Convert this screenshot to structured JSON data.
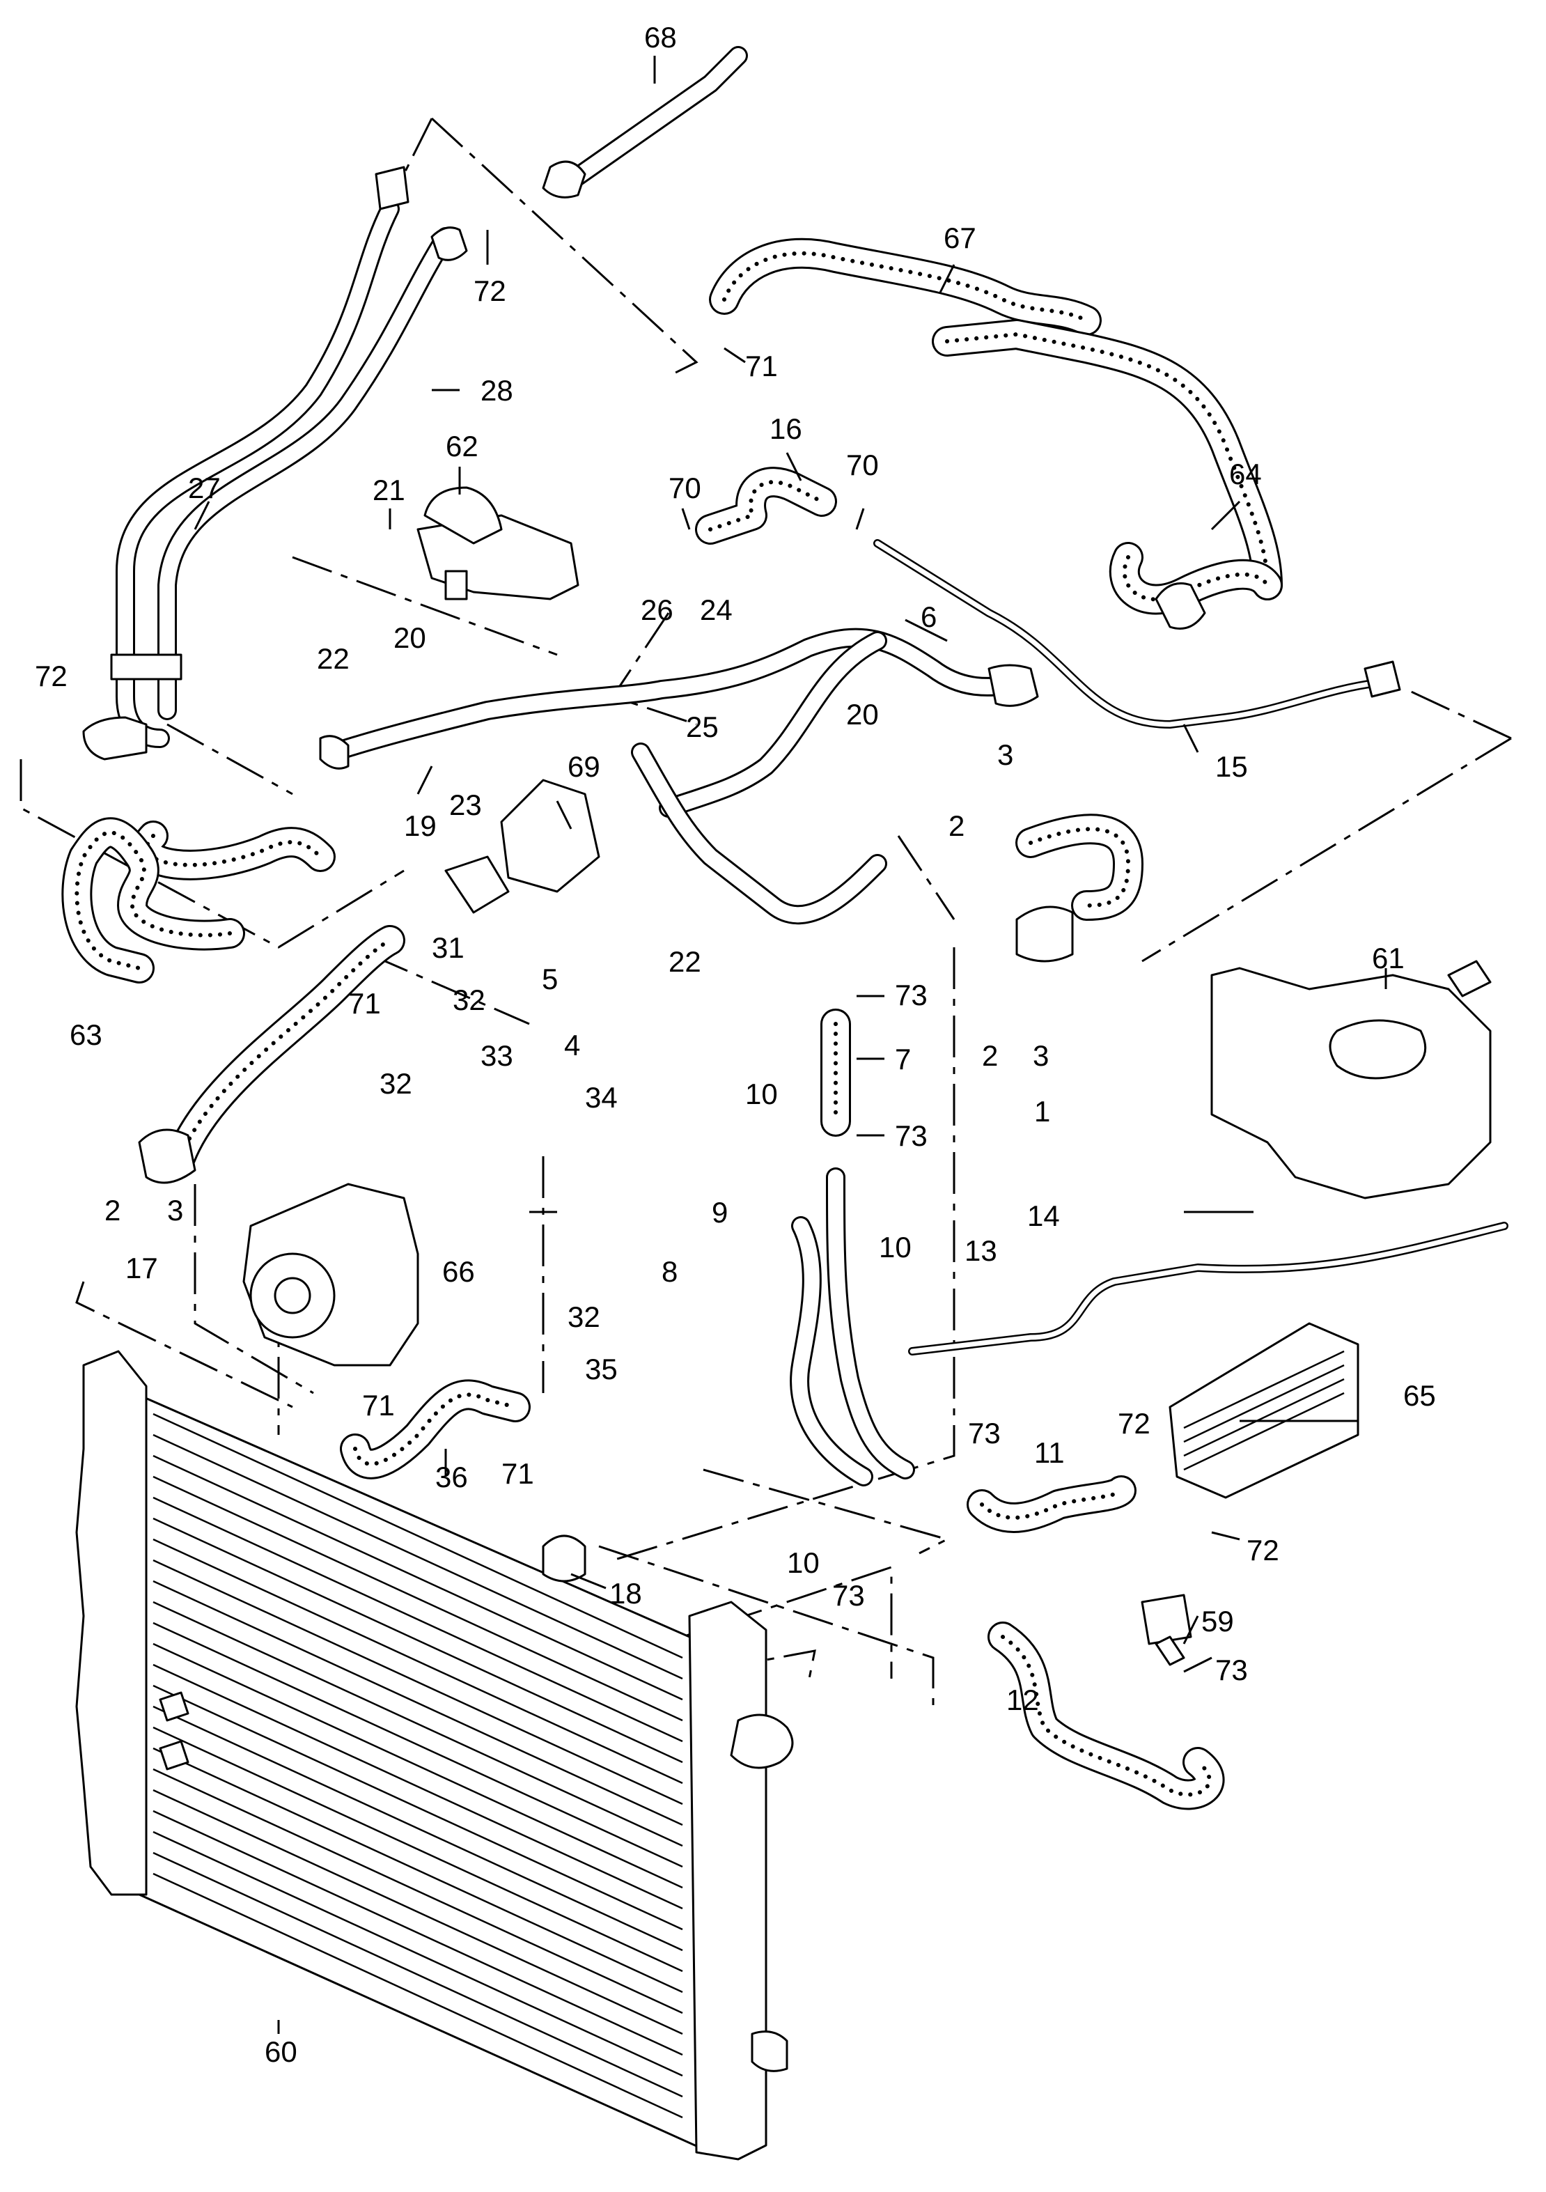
{
  "callouts": [
    {
      "id": "c68",
      "label": "68"
    },
    {
      "id": "c72a",
      "label": "72"
    },
    {
      "id": "c67",
      "label": "67"
    },
    {
      "id": "c71a",
      "label": "71"
    },
    {
      "id": "c28",
      "label": "28"
    },
    {
      "id": "c62",
      "label": "62"
    },
    {
      "id": "c27",
      "label": "27"
    },
    {
      "id": "c21",
      "label": "21"
    },
    {
      "id": "c16",
      "label": "16"
    },
    {
      "id": "c70a",
      "label": "70"
    },
    {
      "id": "c70b",
      "label": "70"
    },
    {
      "id": "c64",
      "label": "64"
    },
    {
      "id": "c26",
      "label": "26"
    },
    {
      "id": "c24",
      "label": "24"
    },
    {
      "id": "c6",
      "label": "6"
    },
    {
      "id": "c22a",
      "label": "22"
    },
    {
      "id": "c20a",
      "label": "20"
    },
    {
      "id": "c25",
      "label": "25"
    },
    {
      "id": "c72b",
      "label": "72"
    },
    {
      "id": "c15",
      "label": "15"
    },
    {
      "id": "c19",
      "label": "19"
    },
    {
      "id": "c23",
      "label": "23"
    },
    {
      "id": "c69",
      "label": "69"
    },
    {
      "id": "c20b",
      "label": "20"
    },
    {
      "id": "c3a",
      "label": "3"
    },
    {
      "id": "c2a",
      "label": "2"
    },
    {
      "id": "c63",
      "label": "63"
    },
    {
      "id": "c31",
      "label": "31"
    },
    {
      "id": "c32a",
      "label": "32"
    },
    {
      "id": "c5",
      "label": "5"
    },
    {
      "id": "c4",
      "label": "4"
    },
    {
      "id": "c22b",
      "label": "22"
    },
    {
      "id": "c73a",
      "label": "73"
    },
    {
      "id": "c61",
      "label": "61"
    },
    {
      "id": "c71b",
      "label": "71"
    },
    {
      "id": "c33",
      "label": "33"
    },
    {
      "id": "c34",
      "label": "34"
    },
    {
      "id": "c32b",
      "label": "32"
    },
    {
      "id": "c7",
      "label": "7"
    },
    {
      "id": "c2b",
      "label": "2"
    },
    {
      "id": "c3b",
      "label": "3"
    },
    {
      "id": "c1",
      "label": "1"
    },
    {
      "id": "c10a",
      "label": "10"
    },
    {
      "id": "c73b",
      "label": "73"
    },
    {
      "id": "c2c",
      "label": "2"
    },
    {
      "id": "c3c",
      "label": "3"
    },
    {
      "id": "c17",
      "label": "17"
    },
    {
      "id": "c9",
      "label": "9"
    },
    {
      "id": "c14",
      "label": "14"
    },
    {
      "id": "c13",
      "label": "13"
    },
    {
      "id": "c10b",
      "label": "10"
    },
    {
      "id": "c66",
      "label": "66"
    },
    {
      "id": "c8",
      "label": "8"
    },
    {
      "id": "c32c",
      "label": "32"
    },
    {
      "id": "c35",
      "label": "35"
    },
    {
      "id": "c65",
      "label": "65"
    },
    {
      "id": "c71c",
      "label": "71"
    },
    {
      "id": "c73c",
      "label": "73"
    },
    {
      "id": "c72c",
      "label": "72"
    },
    {
      "id": "c11",
      "label": "11"
    },
    {
      "id": "c36",
      "label": "36"
    },
    {
      "id": "c71d",
      "label": "71"
    },
    {
      "id": "c18",
      "label": "18"
    },
    {
      "id": "c72d",
      "label": "72"
    },
    {
      "id": "c10c",
      "label": "10"
    },
    {
      "id": "c73d",
      "label": "73"
    },
    {
      "id": "c59",
      "label": "59"
    },
    {
      "id": "c73e",
      "label": "73"
    },
    {
      "id": "c12",
      "label": "12"
    },
    {
      "id": "c60",
      "label": "60"
    }
  ]
}
